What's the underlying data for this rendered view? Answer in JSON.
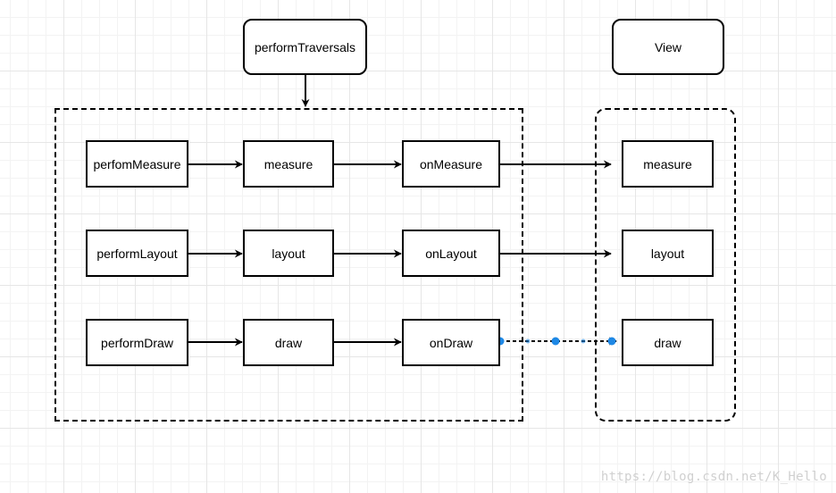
{
  "diagram": {
    "top": {
      "traversals": "performTraversals",
      "view": "View"
    },
    "left": {
      "row1": [
        "perfomMeasure",
        "measure",
        "onMeasure"
      ],
      "row2": [
        "performLayout",
        "layout",
        "onLayout"
      ],
      "row3": [
        "performDraw",
        "draw",
        "onDraw"
      ]
    },
    "right": {
      "measure": "measure",
      "layout": "layout",
      "draw": "draw"
    }
  },
  "colors": {
    "stroke": "#000000",
    "selection": "#1e88e5"
  },
  "watermark": "https://blog.csdn.net/K_Hello"
}
